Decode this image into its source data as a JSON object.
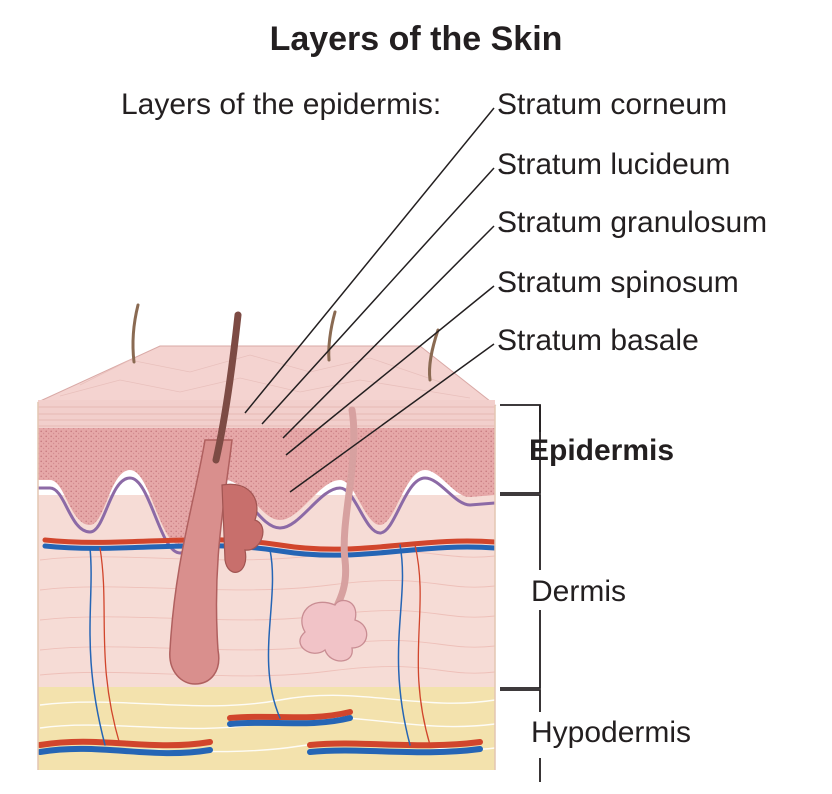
{
  "title": "Layers of the Skin",
  "epidermis_intro": "Layers of the epidermis:",
  "epidermis_layers": [
    "Stratum corneum",
    "Stratum lucideum",
    "Stratum granulosum",
    "Stratum spinosum",
    "Stratum basale"
  ],
  "regions": {
    "epidermis": "Epidermis",
    "dermis": "Dermis",
    "hypodermis": "Hypodermis"
  },
  "colors": {
    "text": "#231f20",
    "epidermis": "#e9b7b6",
    "dermis": "#f6dcd6",
    "hypodermis": "#f3e2ad",
    "artery": "#d1452c",
    "vein": "#2565b5"
  }
}
